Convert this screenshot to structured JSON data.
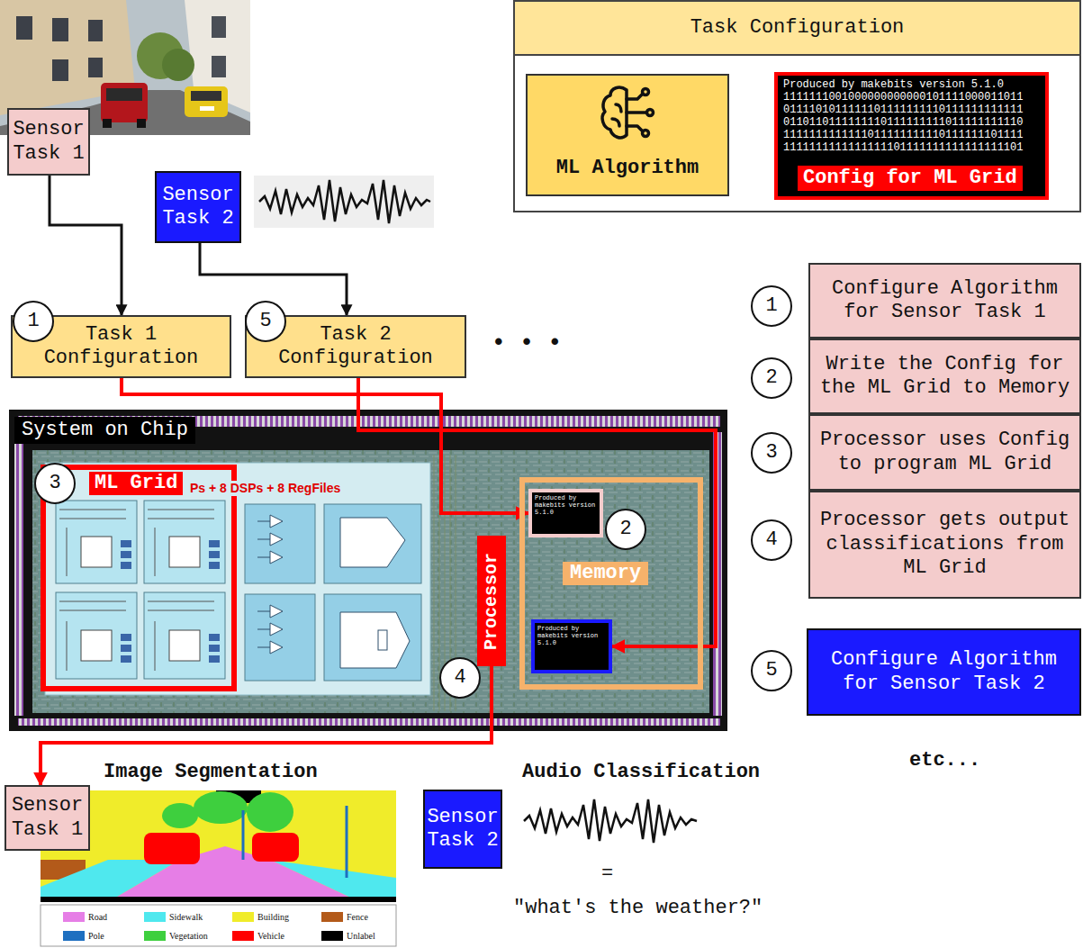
{
  "diagram": {
    "nodes": [
      {
        "text": [
          "Sensor Task 1"
        ]
      },
      {
        "text": [
          "Task Configuration"
        ]
      },
      {
        "text": [
          "ML Algorithm"
        ],
        "in": 1
      },
      {
        "text": [
          "Produced by makebits version 5.1.0",
          "1111111001000000000000101111000011011",
          "0111101011111101111111110111111111111",
          "0110110111111110111111111011111111110",
          "1111111111111011111111110111111101111",
          "1111111111111111101111111111111111101",
          "Config for ML Grid"
        ],
        "in": 1
      },
      {
        "text": [
          "Sensor Task 2"
        ]
      },
      {
        "text": [
          "1"
        ]
      },
      {
        "text": [
          "Task 1 Configuration"
        ]
      },
      {
        "text": [
          "5"
        ]
      },
      {
        "text": [
          "Task 2 Configuration"
        ]
      },
      {
        "text": [
          "1"
        ]
      },
      {
        "text": [
          "Configure Algorithm for Sensor Task 1"
        ]
      },
      {
        "text": [
          "2"
        ]
      },
      {
        "text": [
          "Write the Config for the ML Grid to Memory"
        ]
      },
      {
        "text": [
          "3"
        ]
      },
      {
        "text": [
          "Processor uses Config to program ML Grid"
        ]
      },
      {
        "text": [
          "4"
        ]
      },
      {
        "text": [
          "Processor gets output classifications from ML Grid"
        ]
      },
      {
        "text": [
          "System on Chip"
        ]
      },
      {
        "text": [
          "ML Grid",
          "Ps + 8 DSPs + 8 RegFiles"
        ],
        "in": 17
      },
      {
        "text": [
          "3"
        ],
        "in": 18
      },
      {
        "text": [
          "Processor"
        ],
        "in": 17
      },
      {
        "text": [
          "Memory"
        ],
        "in": 17
      },
      {
        "text": [
          "Produced by makebits version 5.1.0"
        ],
        "in": 21
      },
      {
        "text": [
          "2"
        ],
        "in": 21
      },
      {
        "text": [
          "Produced by makebits version 5.1.0"
        ],
        "in": 21
      },
      {
        "text": [
          "4"
        ],
        "in": 17
      },
      {
        "text": [
          "5"
        ]
      },
      {
        "text": [
          "Configure Algorithm for Sensor Task 2"
        ]
      },
      {
        "text": [
          "Sensor Task 1"
        ]
      },
      {
        "text": [
          "Sensor Task 2"
        ]
      }
    ],
    "edges": [
      {
        "from": 0,
        "to": 6,
        "arrow": "to"
      },
      {
        "from": 4,
        "to": 8,
        "arrow": "to"
      },
      {
        "from": 2,
        "to": 3,
        "arrow": "to"
      },
      {
        "from": 6,
        "to": 22,
        "arrow": "to"
      },
      {
        "from": 8,
        "to": 24,
        "arrow": "to"
      },
      {
        "from": 20,
        "to": 28,
        "arrow": "to"
      }
    ],
    "labels": [
      "• • •",
      "etc...",
      "Image Segmentation",
      "Audio Classification",
      "=",
      "\"what's the weather?\""
    ],
    "legend": [
      {
        "text": "Road",
        "color": "#e67ee6"
      },
      {
        "text": "Sidewalk",
        "color": "#4fe8ee"
      },
      {
        "text": "Building",
        "color": "#f0ec2a"
      },
      {
        "text": "Fence",
        "color": "#b35a1a"
      },
      {
        "text": "Pole",
        "color": "#1e6fc0"
      },
      {
        "text": "Vegetation",
        "color": "#3ecf3e"
      },
      {
        "text": "Vehicle",
        "color": "#ff0000"
      },
      {
        "text": "Unlabel",
        "color": "#000000"
      }
    ]
  }
}
